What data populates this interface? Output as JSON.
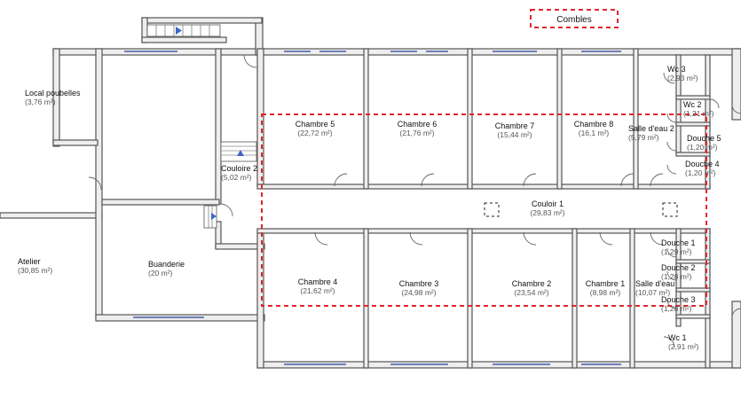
{
  "legend": {
    "label": "Combles",
    "color": "#e0262a"
  },
  "rooms": [
    {
      "key": "local_poubelles",
      "name": "Local poubelles",
      "area": "(3,76 m²)"
    },
    {
      "key": "couloire_2",
      "name": "Couloire 2",
      "area": "(5,02 m²)"
    },
    {
      "key": "chambre_5",
      "name": "Chambre 5",
      "area": "(22,72 m²)"
    },
    {
      "key": "chambre_6",
      "name": "Chambre 6",
      "area": "(21,76 m²)"
    },
    {
      "key": "chambre_7",
      "name": "Chambre 7",
      "area": "(15,44 m²)"
    },
    {
      "key": "chambre_8",
      "name": "Chambre 8",
      "area": "(16,1 m²)"
    },
    {
      "key": "wc_3",
      "name": "Wc 3",
      "area": "(2,93 m²)"
    },
    {
      "key": "wc_2",
      "name": "Wc 2",
      "area": "(1,21 m²)"
    },
    {
      "key": "salle_eau_2",
      "name": "Salle d'eau 2",
      "area": "(5,79 m²)"
    },
    {
      "key": "douche_5",
      "name": "Douche 5",
      "area": "(1,20 m²)"
    },
    {
      "key": "douche_4",
      "name": "Douche 4",
      "area": "(1,20 m²)"
    },
    {
      "key": "couloir_1",
      "name": "Couloir 1",
      "area": "(29,83 m²)"
    },
    {
      "key": "atelier",
      "name": "Atelier",
      "area": "(30,85 m²)"
    },
    {
      "key": "buanderie",
      "name": "Buanderie",
      "area": "(20 m²)"
    },
    {
      "key": "chambre_4",
      "name": "Chambre 4",
      "area": "(21,62 m²)"
    },
    {
      "key": "chambre_3",
      "name": "Chambre 3",
      "area": "(24,98 m²)"
    },
    {
      "key": "chambre_2",
      "name": "Chambre 2",
      "area": "(23,54 m²)"
    },
    {
      "key": "chambre_1",
      "name": "Chambre 1",
      "area": "(8,98 m²)"
    },
    {
      "key": "salle_eau_1",
      "name": "Salle d'eau",
      "area": "(10,07 m²)"
    },
    {
      "key": "douche_1",
      "name": "Douche 1",
      "area": "(1,29 m²)"
    },
    {
      "key": "douche_2",
      "name": "Douche 2",
      "area": "(1,28 m²)"
    },
    {
      "key": "douche_3",
      "name": "Douche 3",
      "area": "(1,28 m²)"
    },
    {
      "key": "wc_1",
      "name": "Wc 1",
      "area": "(2,91 m²)"
    }
  ]
}
